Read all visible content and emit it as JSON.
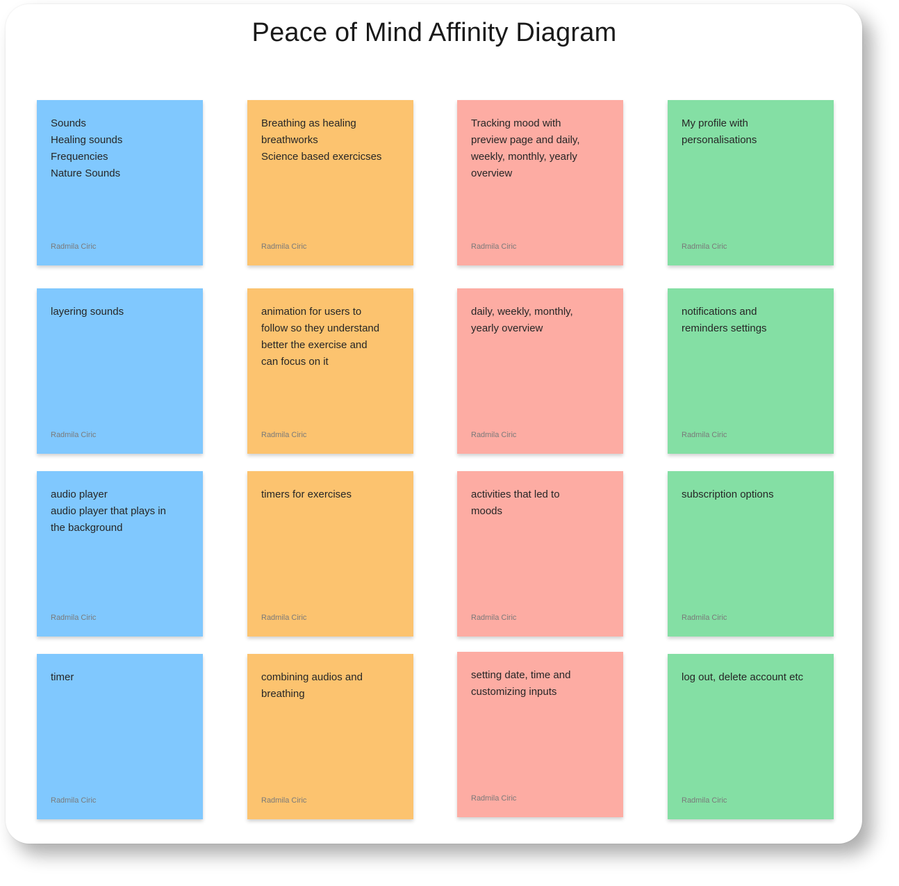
{
  "title": "Peace of Mind Affinity Diagram",
  "colors": {
    "blue": "#80c8fe",
    "orange": "#fcc36f",
    "red": "#fdaca3",
    "green": "#84dfa4"
  },
  "notes": [
    {
      "color": "blue",
      "lines": [
        "Sounds",
        "Healing sounds",
        "Frequencies",
        "Nature Sounds"
      ],
      "author": "Radmila Ciric"
    },
    {
      "color": "orange",
      "lines": [
        "Breathing as healing",
        "breathworks",
        "Science based exercicses"
      ],
      "author": "Radmila Ciric"
    },
    {
      "color": "red",
      "lines": [
        "Tracking mood with",
        "preview page and daily,",
        "weekly, monthly, yearly",
        "overview"
      ],
      "author": "Radmila Ciric"
    },
    {
      "color": "green",
      "lines": [
        "My profile with",
        "personalisations"
      ],
      "author": "Radmila Ciric"
    },
    {
      "color": "blue",
      "lines": [
        "layering sounds"
      ],
      "author": "Radmila Ciric"
    },
    {
      "color": "orange",
      "lines": [
        "animation for users to",
        "follow so they understand",
        "better the exercise and",
        "can focus on it"
      ],
      "author": "Radmila Ciric"
    },
    {
      "color": "red",
      "lines": [
        "daily, weekly, monthly,",
        "yearly overview"
      ],
      "author": "Radmila Ciric"
    },
    {
      "color": "green",
      "lines": [
        "notifications and",
        "reminders settings"
      ],
      "author": "Radmila Ciric"
    },
    {
      "color": "blue",
      "lines": [
        "audio player",
        "audio player that plays in",
        "the background"
      ],
      "author": "Radmila Ciric"
    },
    {
      "color": "orange",
      "lines": [
        "timers for exercises"
      ],
      "author": "Radmila Ciric"
    },
    {
      "color": "red",
      "lines": [
        "activities that led to",
        "moods"
      ],
      "author": "Radmila Ciric"
    },
    {
      "color": "green",
      "lines": [
        "subscription options"
      ],
      "author": "Radmila Ciric"
    },
    {
      "color": "blue",
      "lines": [
        "timer"
      ],
      "author": "Radmila Ciric"
    },
    {
      "color": "orange",
      "lines": [
        "combining audios and",
        "breathing"
      ],
      "author": "Radmila Ciric"
    },
    {
      "color": "red",
      "lines": [
        "setting date, time and",
        "customizing inputs"
      ],
      "author": "Radmila Ciric"
    },
    {
      "color": "green",
      "lines": [
        "log out, delete account etc"
      ],
      "author": "Radmila Ciric"
    }
  ]
}
